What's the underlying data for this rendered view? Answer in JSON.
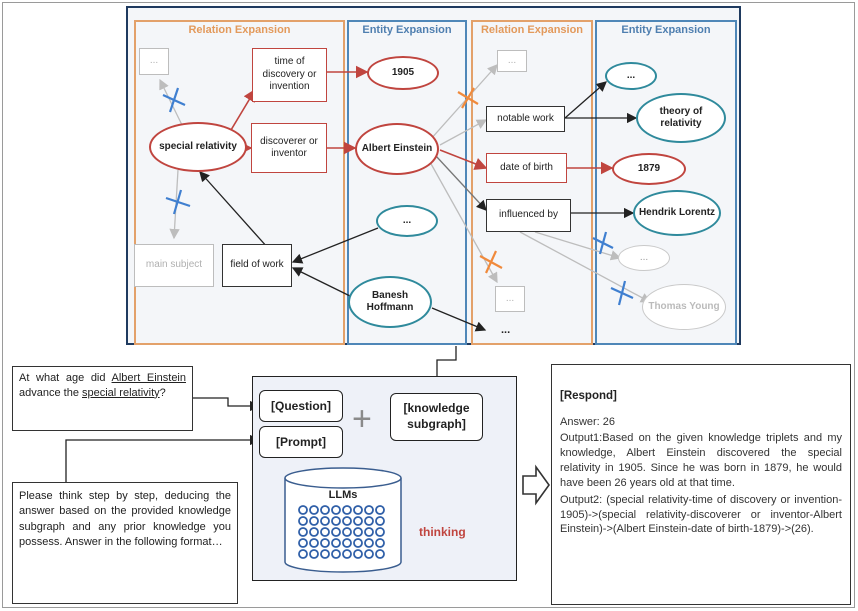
{
  "diagram": {
    "column_titles": [
      "Relation Expansion",
      "Entity Expansion",
      "Relation Expansion",
      "Entity Expansion"
    ],
    "nodes": {
      "ellipsis_top_left": "...",
      "time_of_discovery": "time of discovery or invention",
      "special_relativity": "special relativity",
      "discoverer": "discoverer or inventor",
      "main_subject": "main subject",
      "field_of_work": "field of work",
      "year_1905": "1905",
      "albert_einstein": "Albert Einstein",
      "ellipsis_mid": "...",
      "banesh_hoffmann": "Banesh Hoffmann",
      "ellipsis_rel2_top": "...",
      "notable_work": "notable work",
      "date_of_birth": "date of birth",
      "influenced_by": "influenced by",
      "ellipsis_rel2_bottom": "...",
      "ellipsis_free": "...",
      "ellipsis_ent2_top": "...",
      "theory_of_relativity": "theory of relativity",
      "year_1879": "1879",
      "hendrik_lorentz": "Hendrik Lorentz",
      "ellipsis_ent2_grey": "...",
      "thomas_young": "Thomas Young"
    }
  },
  "question": {
    "prefix": "At what age did ",
    "entity": "Albert Einstein",
    "middle": " advance the ",
    "relation": "special relativity",
    "suffix": "?"
  },
  "prompt_text": "Please think step by step, deducing the answer based on the provided knowledge subgraph and any prior knowledge you possess. Answer in the following format…",
  "llm_panel": {
    "question_tag": "[Question]",
    "prompt_tag": "[Prompt]",
    "plus": "+",
    "knowledge_tag": "[knowledge subgraph]",
    "llms_label": "LLMs",
    "thinking_label": "thinking"
  },
  "respond": {
    "title": "[Respond]",
    "answer": "Answer: 26",
    "output1": "Output1:Based on the given knowledge triplets and my knowledge, Albert Einstein discovered the special relativity in 1905. Since he was born in 1879, he would have been 26 years old at that time.",
    "output2": "Output2: (special relativity-time of discovery or invention-1905)->(special relativity-discoverer or inventor-Albert Einstein)->(Albert Einstein-date of birth-1879)->(26)."
  },
  "colors": {
    "relation_border": "#e3a16a",
    "entity_border": "#4f87b8",
    "selected_red": "#c0453f",
    "entity_teal": "#2f8a9c",
    "pruned_blue": "#3f7fd0",
    "pruned_orange": "#f08a3c",
    "panel_navy": "#1f3a5f"
  }
}
